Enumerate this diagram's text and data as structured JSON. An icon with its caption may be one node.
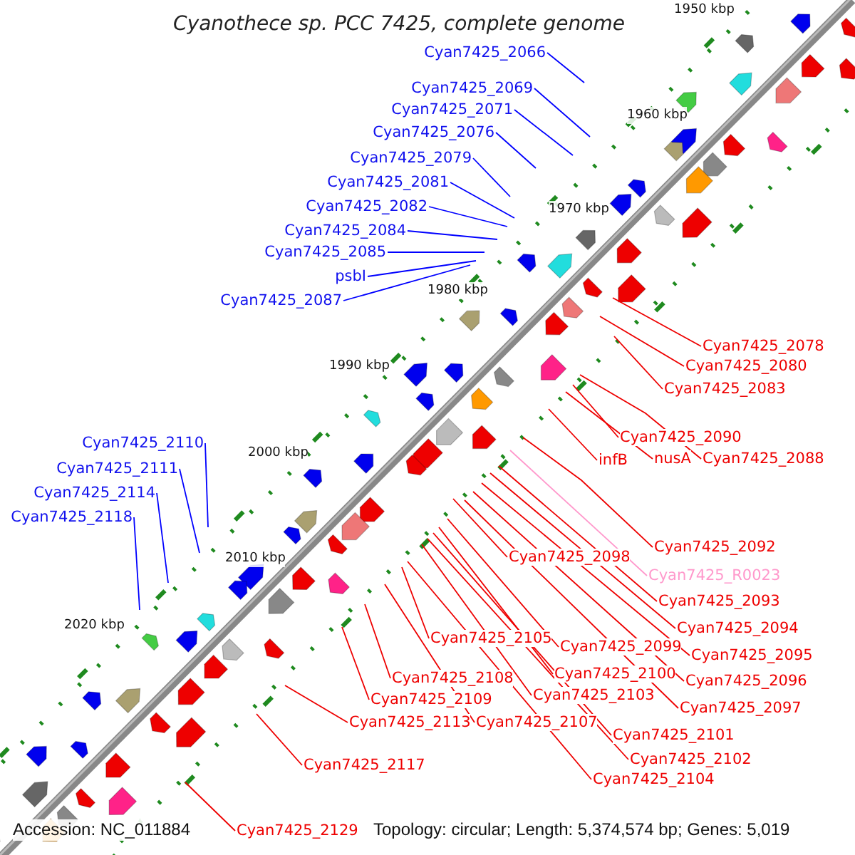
{
  "diagram": {
    "title": "Cyanothece sp. PCC 7425, complete genome",
    "nodes": [
      {
        "text": [
          "Cyan7425_2066"
        ]
      },
      {
        "text": [
          "Cyan7425_2069"
        ]
      },
      {
        "text": [
          "Cyan7425_2071"
        ]
      },
      {
        "text": [
          "Cyan7425_2076"
        ]
      },
      {
        "text": [
          "Cyan7425_2079"
        ]
      },
      {
        "text": [
          "Cyan7425_2081"
        ]
      },
      {
        "text": [
          "Cyan7425_2082"
        ]
      },
      {
        "text": [
          "Cyan7425_2084"
        ]
      },
      {
        "text": [
          "Cyan7425_2085"
        ]
      },
      {
        "text": [
          "psbI"
        ]
      },
      {
        "text": [
          "Cyan7425_2087"
        ]
      },
      {
        "text": [
          "Cyan7425_2078"
        ]
      },
      {
        "text": [
          "Cyan7425_2080"
        ]
      },
      {
        "text": [
          "Cyan7425_2083"
        ]
      },
      {
        "text": [
          "Cyan7425_2090"
        ]
      },
      {
        "text": [
          "nusA"
        ]
      },
      {
        "text": [
          "Cyan7425_2088"
        ]
      },
      {
        "text": [
          "infB"
        ]
      },
      {
        "text": [
          "Cyan7425_2110"
        ]
      },
      {
        "text": [
          "Cyan7425_2111"
        ]
      },
      {
        "text": [
          "Cyan7425_2114"
        ]
      },
      {
        "text": [
          "Cyan7425_2118"
        ]
      },
      {
        "text": [
          "Cyan7425_2092"
        ]
      },
      {
        "text": [
          "Cyan7425_2098"
        ]
      },
      {
        "text": [
          "Cyan7425_R0023"
        ]
      },
      {
        "text": [
          "Cyan7425_2093"
        ]
      },
      {
        "text": [
          "Cyan7425_2094"
        ]
      },
      {
        "text": [
          "Cyan7425_2105"
        ]
      },
      {
        "text": [
          "Cyan7425_2099"
        ]
      },
      {
        "text": [
          "Cyan7425_2095"
        ]
      },
      {
        "text": [
          "Cyan7425_2100"
        ]
      },
      {
        "text": [
          "Cyan7425_2108"
        ]
      },
      {
        "text": [
          "Cyan7425_2096"
        ]
      },
      {
        "text": [
          "Cyan7425_2103"
        ]
      },
      {
        "text": [
          "Cyan7425_2109"
        ]
      },
      {
        "text": [
          "Cyan7425_2097"
        ]
      },
      {
        "text": [
          "Cyan7425_2113"
        ]
      },
      {
        "text": [
          "Cyan7425_2107"
        ]
      },
      {
        "text": [
          "Cyan7425_2101"
        ]
      },
      {
        "text": [
          "Cyan7425_2102"
        ]
      },
      {
        "text": [
          "Cyan7425_2117"
        ]
      },
      {
        "text": [
          "Cyan7425_2104"
        ]
      },
      {
        "text": [
          "Cyan7425_2129"
        ]
      }
    ],
    "edges": [
      {
        "from": 0,
        "to": null,
        "arrow": "none",
        "color": "#0000ff"
      },
      {
        "from": 1,
        "to": null,
        "arrow": "none",
        "color": "#0000ff"
      },
      {
        "from": 2,
        "to": null,
        "arrow": "none",
        "color": "#0000ff"
      },
      {
        "from": 3,
        "to": null,
        "arrow": "none",
        "color": "#0000ff"
      },
      {
        "from": 4,
        "to": null,
        "arrow": "none",
        "color": "#0000ff"
      },
      {
        "from": 5,
        "to": null,
        "arrow": "none",
        "color": "#0000ff"
      },
      {
        "from": 6,
        "to": null,
        "arrow": "none",
        "color": "#0000ff"
      },
      {
        "from": 7,
        "to": null,
        "arrow": "none",
        "color": "#0000ff"
      },
      {
        "from": 8,
        "to": null,
        "arrow": "none",
        "color": "#0000ff"
      },
      {
        "from": 9,
        "to": null,
        "arrow": "none",
        "color": "#0000ff"
      },
      {
        "from": 10,
        "to": null,
        "arrow": "none",
        "color": "#0000ff"
      },
      {
        "from": 11,
        "to": null,
        "arrow": "none"
      },
      {
        "from": 12,
        "to": null,
        "arrow": "none"
      },
      {
        "from": 13,
        "to": null,
        "arrow": "none"
      },
      {
        "from": 14,
        "to": null,
        "arrow": "none"
      },
      {
        "from": 15,
        "to": null,
        "arrow": "none"
      },
      {
        "from": 16,
        "to": null,
        "arrow": "none"
      },
      {
        "from": 17,
        "to": null,
        "arrow": "none"
      },
      {
        "from": 18,
        "to": null,
        "arrow": "none",
        "color": "#0000ff"
      },
      {
        "from": 19,
        "to": null,
        "arrow": "none",
        "color": "#0000ff"
      },
      {
        "from": 20,
        "to": null,
        "arrow": "none",
        "color": "#0000ff"
      },
      {
        "from": 21,
        "to": null,
        "arrow": "none",
        "color": "#0000ff"
      },
      {
        "from": 22,
        "to": null,
        "arrow": "none"
      },
      {
        "from": 23,
        "to": null,
        "arrow": "none"
      },
      {
        "from": 24,
        "to": null,
        "arrow": "none",
        "color": "#ff99cc"
      },
      {
        "from": 25,
        "to": null,
        "arrow": "none"
      },
      {
        "from": 26,
        "to": null,
        "arrow": "none"
      },
      {
        "from": 27,
        "to": null,
        "arrow": "none"
      },
      {
        "from": 28,
        "to": null,
        "arrow": "none"
      },
      {
        "from": 29,
        "to": null,
        "arrow": "none"
      },
      {
        "from": 30,
        "to": null,
        "arrow": "none"
      },
      {
        "from": 31,
        "to": null,
        "arrow": "none"
      },
      {
        "from": 32,
        "to": null,
        "arrow": "none"
      },
      {
        "from": 33,
        "to": null,
        "arrow": "none"
      },
      {
        "from": 34,
        "to": null,
        "arrow": "none"
      },
      {
        "from": 35,
        "to": null,
        "arrow": "none"
      },
      {
        "from": 36,
        "to": null,
        "arrow": "none"
      },
      {
        "from": 37,
        "to": null,
        "arrow": "none"
      },
      {
        "from": 38,
        "to": null,
        "arrow": "none"
      },
      {
        "from": 39,
        "to": null,
        "arrow": "none"
      },
      {
        "from": 40,
        "to": null,
        "arrow": "none"
      },
      {
        "from": 41,
        "to": null,
        "arrow": "none"
      },
      {
        "from": 42,
        "to": null,
        "arrow": "none"
      }
    ],
    "labels": [
      "1950 kbp",
      "1960 kbp",
      "1970 kbp",
      "1980 kbp",
      "1990 kbp",
      "2000 kbp",
      "2010 kbp",
      "2020 kbp",
      "Accession: NC_011884",
      "Topology: circular; Length: 5,374,574 bp; Genes: 5,019"
    ]
  }
}
